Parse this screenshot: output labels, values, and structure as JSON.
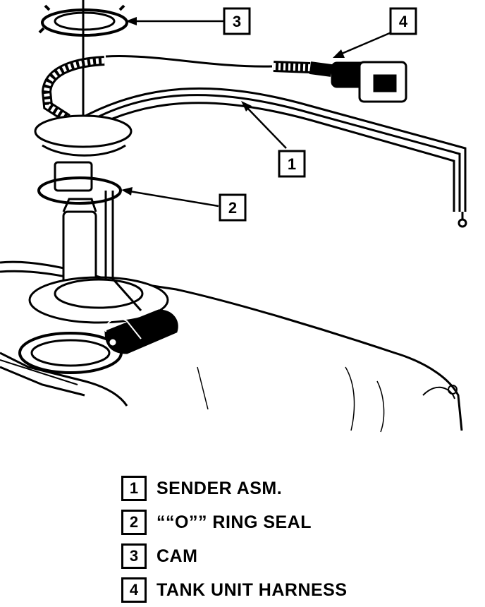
{
  "callouts": [
    {
      "number": "1",
      "label": "SENDER ASM."
    },
    {
      "number": "2",
      "label": "““O”” RING SEAL"
    },
    {
      "number": "3",
      "label": "CAM"
    },
    {
      "number": "4",
      "label": "TANK UNIT HARNESS"
    }
  ]
}
